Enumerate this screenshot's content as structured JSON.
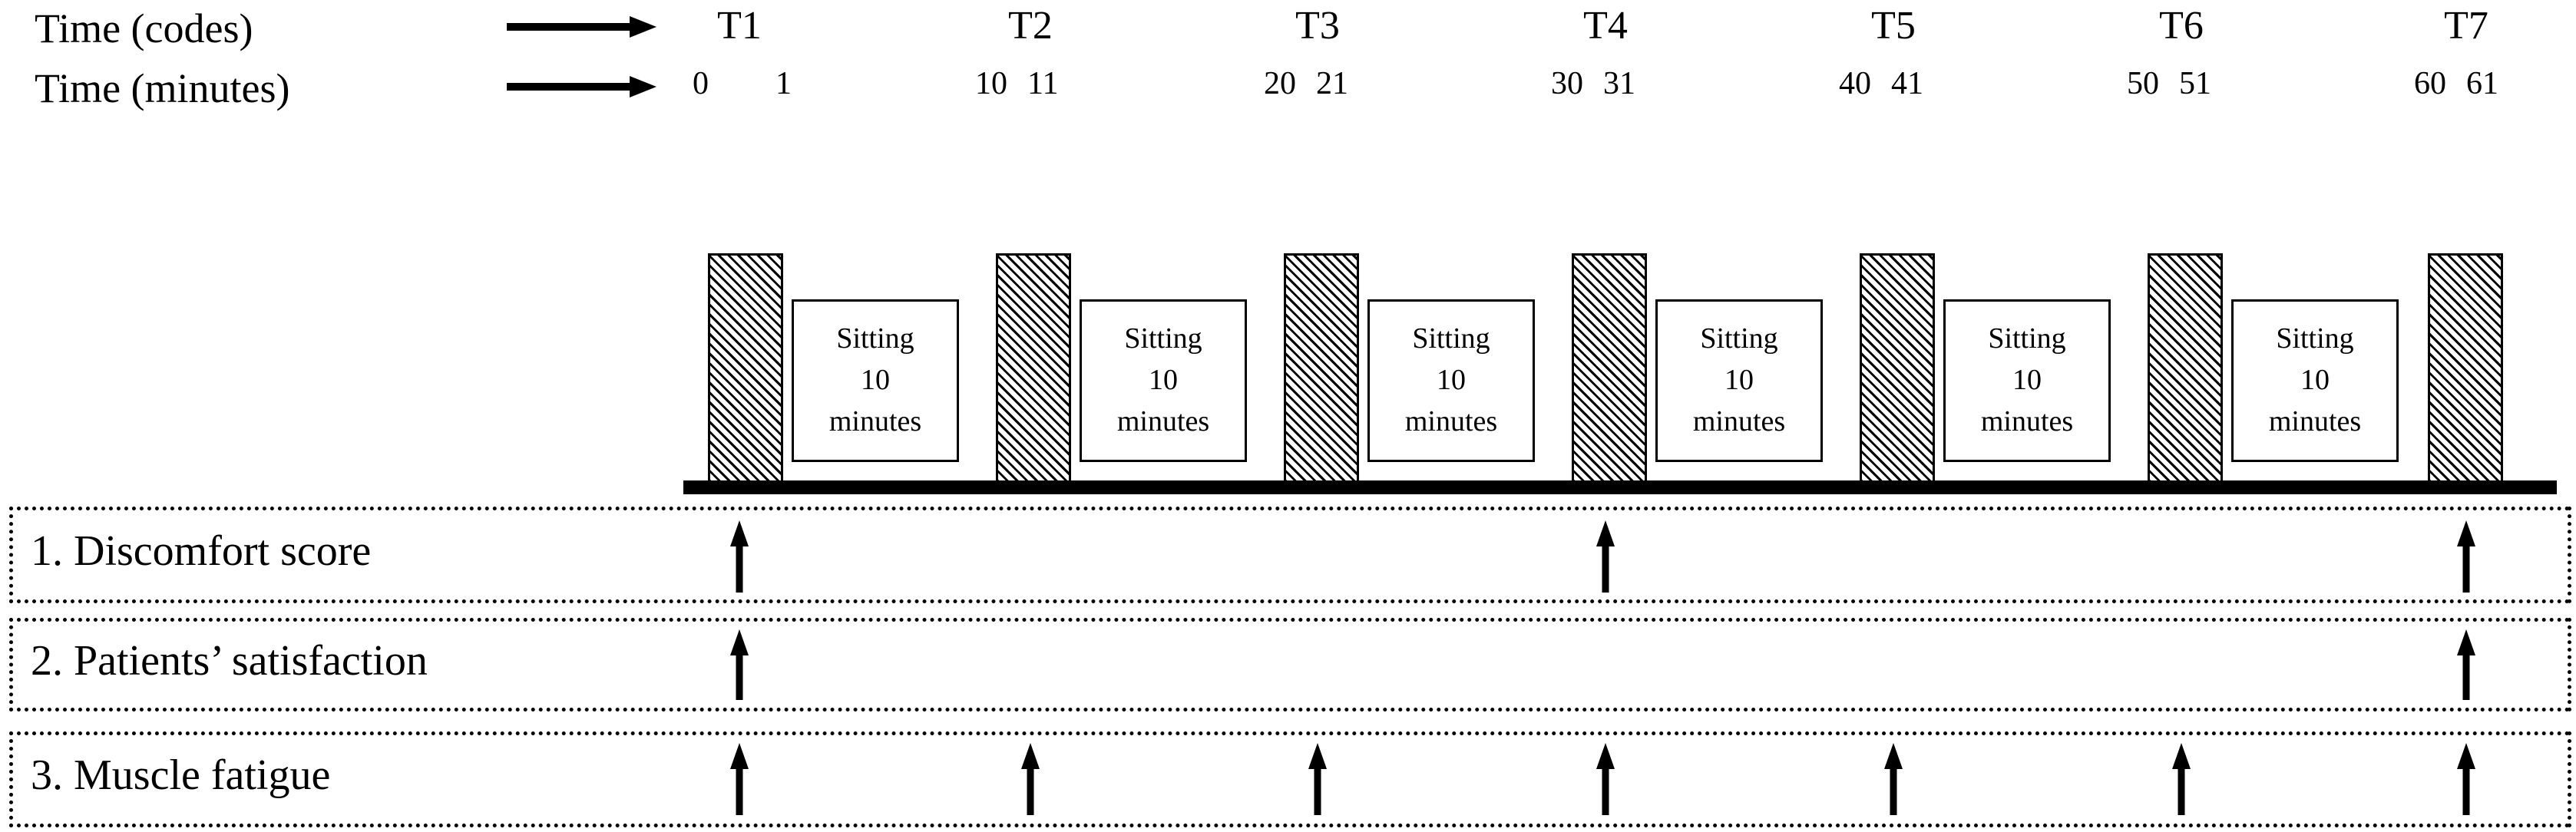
{
  "header": {
    "rows": [
      {
        "label": "Time (codes)",
        "arrow": "right-arrow-icon"
      },
      {
        "label": "Time (minutes)",
        "arrow": "right-arrow-icon"
      }
    ]
  },
  "timeline": {
    "time_codes": [
      "T1",
      "T2",
      "T3",
      "T4",
      "T5",
      "T6",
      "T7"
    ],
    "minute_marks": [
      "0",
      "1",
      "10",
      "11",
      "20",
      "21",
      "30",
      "31",
      "40",
      "41",
      "50",
      "51",
      "60",
      "61"
    ],
    "activity_blocks": [
      {
        "type": "hatched",
        "code": "T1",
        "start_min": "0",
        "end_min": "1"
      },
      {
        "type": "sitting",
        "title": "Sitting",
        "duration_value": "10",
        "duration_unit": "minutes",
        "start_min": "1",
        "end_min": "10"
      },
      {
        "type": "hatched",
        "code": "T2",
        "start_min": "10",
        "end_min": "11"
      },
      {
        "type": "sitting",
        "title": "Sitting",
        "duration_value": "10",
        "duration_unit": "minutes",
        "start_min": "11",
        "end_min": "20"
      },
      {
        "type": "hatched",
        "code": "T3",
        "start_min": "20",
        "end_min": "21"
      },
      {
        "type": "sitting",
        "title": "Sitting",
        "duration_value": "10",
        "duration_unit": "minutes",
        "start_min": "21",
        "end_min": "30"
      },
      {
        "type": "hatched",
        "code": "T4",
        "start_min": "30",
        "end_min": "31"
      },
      {
        "type": "sitting",
        "title": "Sitting",
        "duration_value": "10",
        "duration_unit": "minutes",
        "start_min": "31",
        "end_min": "40"
      },
      {
        "type": "hatched",
        "code": "T5",
        "start_min": "40",
        "end_min": "41"
      },
      {
        "type": "sitting",
        "title": "Sitting",
        "duration_value": "10",
        "duration_unit": "minutes",
        "start_min": "41",
        "end_min": "50"
      },
      {
        "type": "hatched",
        "code": "T6",
        "start_min": "50",
        "end_min": "51"
      },
      {
        "type": "sitting",
        "title": "Sitting",
        "duration_value": "10",
        "duration_unit": "minutes",
        "start_min": "51",
        "end_min": "60"
      },
      {
        "type": "hatched",
        "code": "T7",
        "start_min": "60",
        "end_min": "61"
      }
    ]
  },
  "outcomes": [
    {
      "label": "1. Discomfort score",
      "measured_at": [
        "T1",
        "T4",
        "T7"
      ]
    },
    {
      "label": "2. Patients’ satisfaction",
      "measured_at": [
        "T1",
        "T7"
      ]
    },
    {
      "label": "3. Muscle fatigue",
      "measured_at": [
        "T1",
        "T2",
        "T3",
        "T4",
        "T5",
        "T6",
        "T7"
      ]
    }
  ],
  "colors": {
    "ink": "#000000",
    "paper": "#ffffff"
  }
}
